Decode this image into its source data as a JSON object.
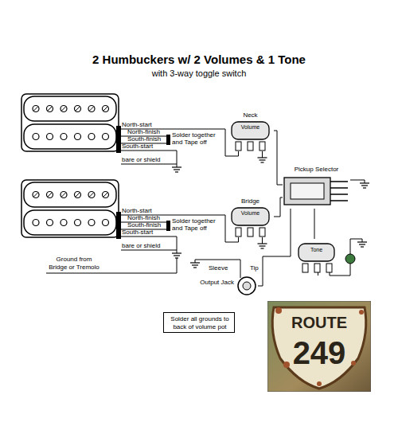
{
  "diagram": {
    "title": "2 Humbuckers w/ 2 Volumes & 1 Tone",
    "nodes": [
      {
        "text": [
          "Neck",
          "Volume"
        ]
      },
      {
        "text": [
          "Pickup Selector"
        ]
      },
      {
        "text": [
          "Bridge",
          "Volume"
        ]
      },
      {
        "text": [
          "Tone"
        ]
      },
      {
        "text": [
          "Output Jack"
        ]
      },
      {
        "text": [
          "Solder all grounds to back of volume pot"
        ]
      },
      {
        "text": [
          "ROUTE",
          "249"
        ]
      }
    ],
    "edges": [
      {
        "from": 0,
        "to": 1,
        "arrow": "none"
      },
      {
        "from": 2,
        "to": 1,
        "arrow": "none"
      },
      {
        "from": 1,
        "to": 3,
        "arrow": "none"
      },
      {
        "from": 1,
        "to": 4,
        "arrow": "none"
      }
    ],
    "labels": [
      "with 3-way toggle switch",
      "North-start",
      "North-finish",
      "South-finish",
      "South-start",
      "Solder together and Tape off",
      "bare or shield",
      "North-start",
      "North-finish",
      "South-finish",
      "South-start",
      "Solder together and Tape off",
      "bare or shield",
      "Ground from Bridge or Tremolo",
      "Sleeve",
      "Tip"
    ]
  }
}
